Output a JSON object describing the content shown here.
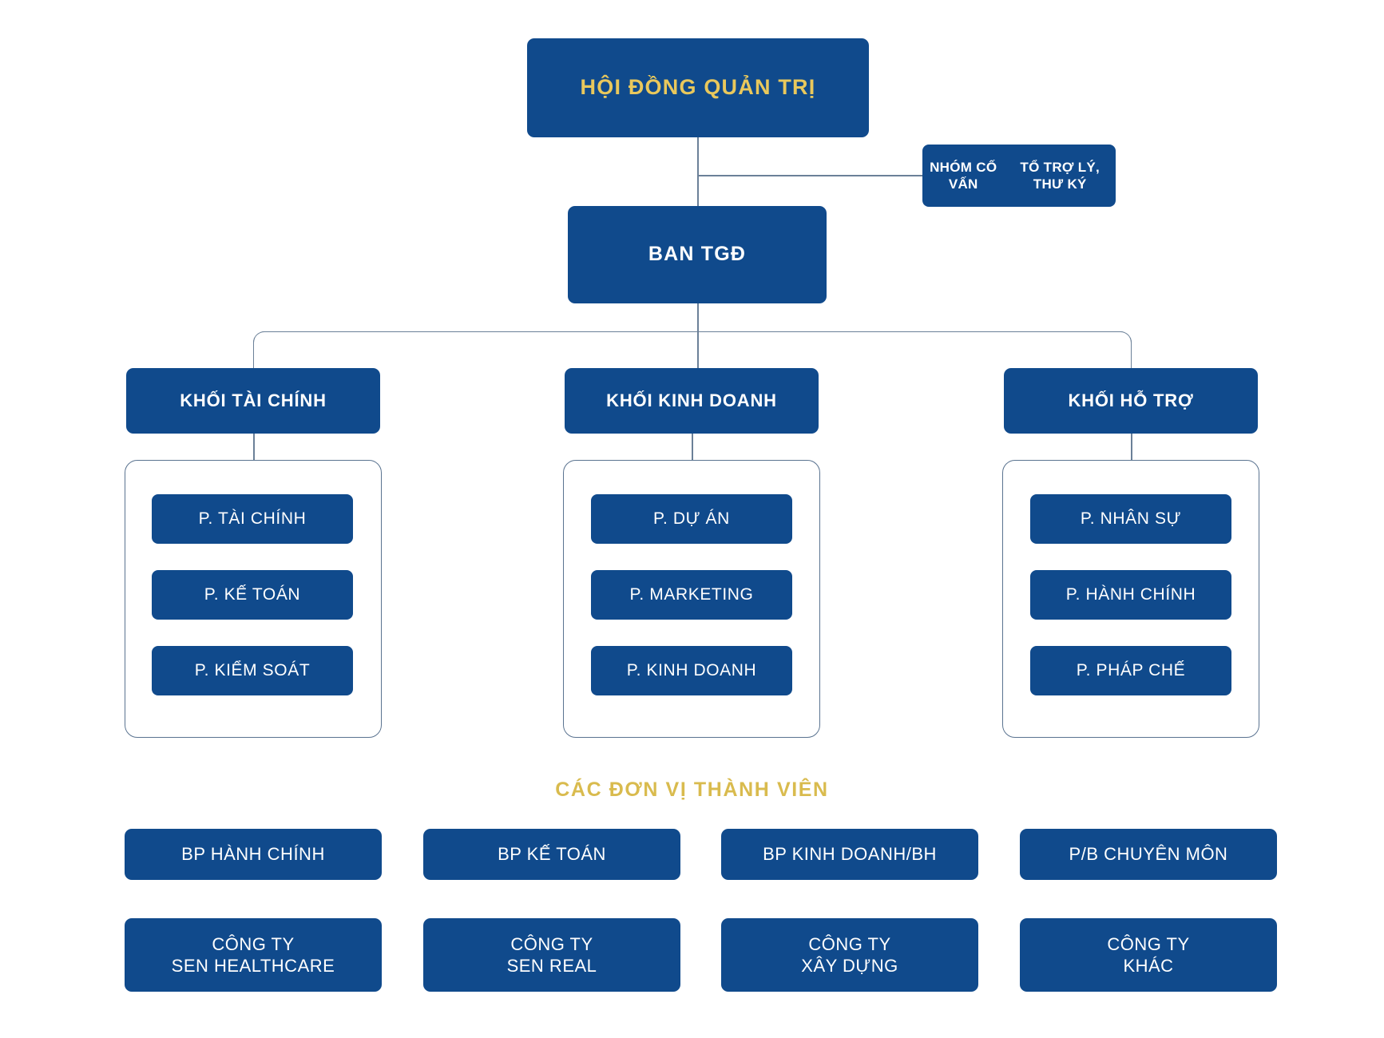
{
  "theme": {
    "box_fill": "#104a8c",
    "gold_text": "#e9c85c",
    "white_text": "#ffffff",
    "line_color": "#6b8098",
    "frame_border": "#5a7390",
    "background": "#ffffff"
  },
  "top": {
    "board_label": "HỘI ĐỒNG QUẢN TRỊ",
    "advisors_line1": "NHÓM CỐ VẤN",
    "advisors_line2": "TỔ TRỢ LÝ, THƯ KÝ",
    "ceo_label": "BAN TGĐ"
  },
  "divisions": [
    {
      "head": "KHỐI TÀI CHÍNH",
      "departments": [
        "P. TÀI CHÍNH",
        "P. KẾ TOÁN",
        "P. KIỂM SOÁT"
      ]
    },
    {
      "head": "KHỐI KINH DOANH",
      "departments": [
        "P. DỰ ÁN",
        "P. MARKETING",
        "P. KINH DOANH"
      ]
    },
    {
      "head": "KHỐI HỖ TRỢ",
      "departments": [
        "P. NHÂN SỰ",
        "P. HÀNH CHÍNH",
        "P. PHÁP CHẾ"
      ]
    }
  ],
  "members": {
    "title": "CÁC ĐƠN VỊ THÀNH VIÊN",
    "units": [
      "BP HÀNH CHÍNH",
      "BP KẾ TOÁN",
      "BP KINH DOANH/BH",
      "P/B CHUYÊN MÔN"
    ],
    "companies": [
      {
        "line1": "CÔNG TY",
        "line2": "SEN HEALTHCARE"
      },
      {
        "line1": "CÔNG TY",
        "line2": "SEN REAL"
      },
      {
        "line1": "CÔNG TY",
        "line2": "XÂY DỰNG"
      },
      {
        "line1": "CÔNG TY",
        "line2": "KHÁC"
      }
    ]
  }
}
